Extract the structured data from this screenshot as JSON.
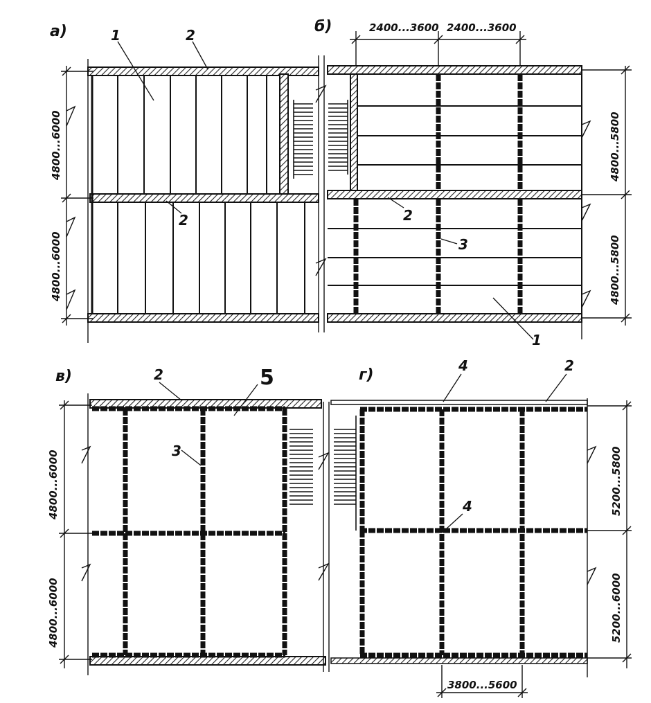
{
  "panels": {
    "a": {
      "letter": "а)"
    },
    "b": {
      "letter": "б)"
    },
    "v": {
      "letter": "в)"
    },
    "g": {
      "letter": "г)"
    }
  },
  "callouts": {
    "n1": "1",
    "n2": "2",
    "n3": "3",
    "n4": "4",
    "n5": "5"
  },
  "dimensions": {
    "span_4800_6000": "4800...6000",
    "span_4800_6000_alt": "4800...6000",
    "span_4800_5800": "4800...5800",
    "span_2400_3600": "2400...3600",
    "span_5200_5800": "5200...5800",
    "span_5200_6000": "5200...6000",
    "span_3800_5600": "3800...5600"
  },
  "colors": {
    "ink": "#111111",
    "hatch": "#222222",
    "paper": "#ffffff"
  }
}
